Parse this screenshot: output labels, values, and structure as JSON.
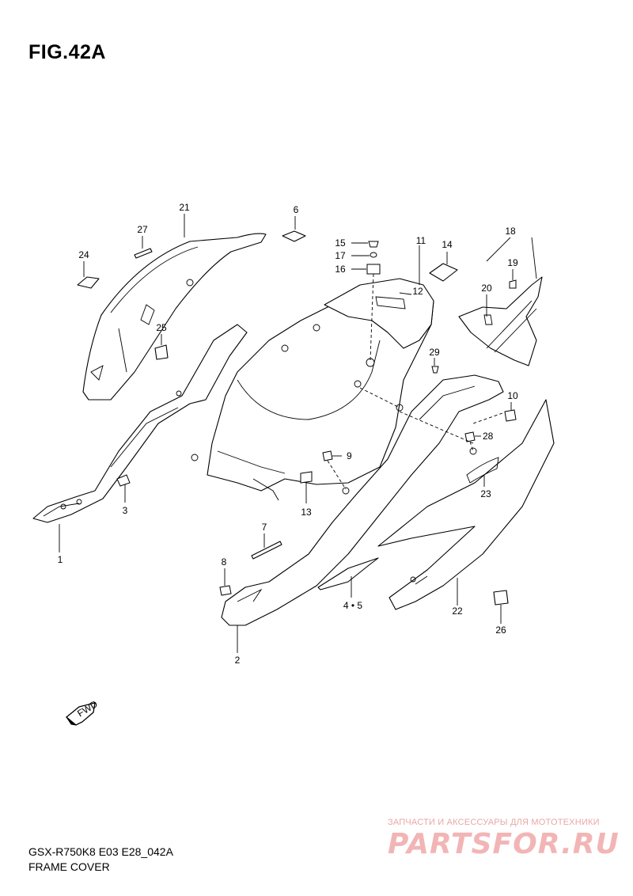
{
  "figure": {
    "title": "FIG.42A"
  },
  "callouts": {
    "c1": "1",
    "c2": "2",
    "c3": "3",
    "c45": "4 • 5",
    "c6": "6",
    "c7": "7",
    "c8": "8",
    "c9": "9",
    "c10": "10",
    "c11": "11",
    "c12": "12",
    "c13": "13",
    "c14": "14",
    "c15": "15",
    "c16": "16",
    "c17": "17",
    "c18": "18",
    "c19": "19",
    "c20": "20",
    "c21": "21",
    "c22": "22",
    "c23": "23",
    "c24": "24",
    "c25": "25",
    "c26": "26",
    "c27": "27",
    "c28": "28",
    "c29": "29"
  },
  "direction_badge": {
    "label": "FWD"
  },
  "footer": {
    "model": "GSX-R750K8 E03 E28_042A",
    "name": "FRAME COVER"
  },
  "watermark": {
    "tagline": "ЗАПЧАСТИ И АКСЕССУАРЫ ДЛЯ МОТОТЕХНИКИ",
    "logo": "PARTSFOR.RU"
  }
}
